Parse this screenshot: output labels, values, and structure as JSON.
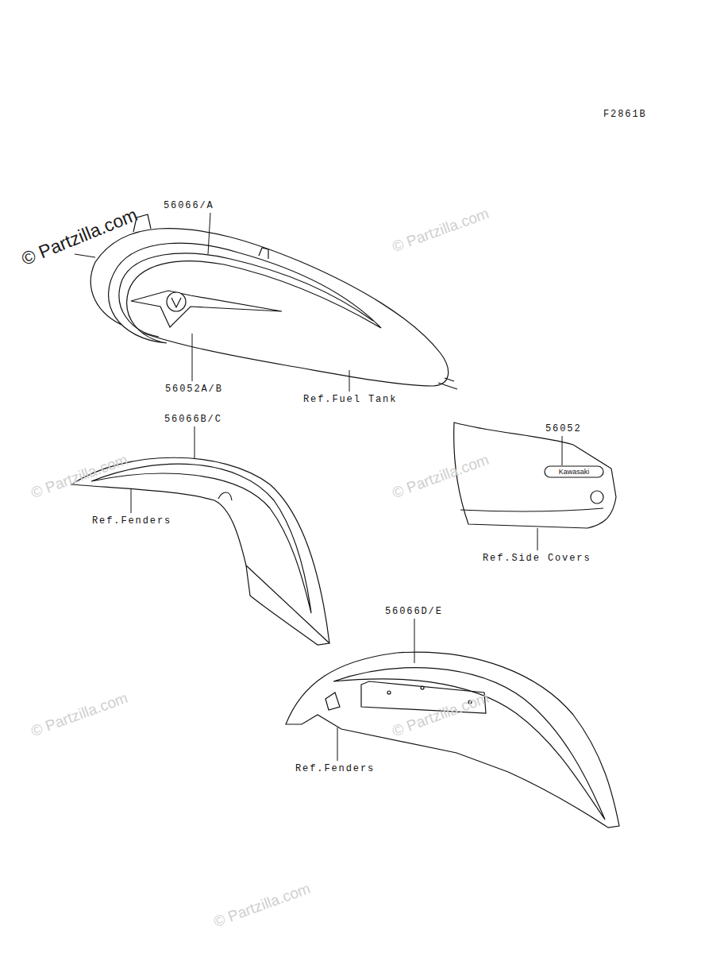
{
  "diagram": {
    "labels": [
      "F2861B",
      "56066/A",
      "56052A/B",
      "Ref.Fuel Tank",
      "56066B/C",
      "Ref.Fenders",
      "56052",
      "Kawasaki",
      "Ref.Side Covers",
      "56066D/E",
      "Ref.Fenders",
      "© Partzilla.com",
      "© Partzilla.com",
      "© Partzilla.com",
      "© Partzilla.com",
      "© Partzilla.com",
      "© Partzilla.com",
      "© Partzilla.com"
    ]
  }
}
